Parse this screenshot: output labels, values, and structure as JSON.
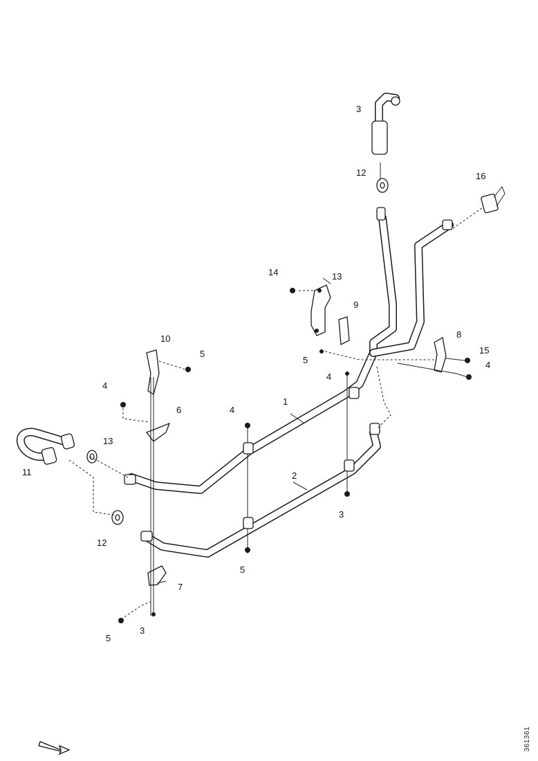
{
  "drawing_id": "361361",
  "callouts": {
    "c1": "1",
    "c2": "2",
    "c3a": "3",
    "c3b": "3",
    "c3c": "3",
    "c4a": "4",
    "c4b": "4",
    "c4c": "4",
    "c4d": "4",
    "c5a": "5",
    "c5b": "5",
    "c5c": "5",
    "c5d": "5",
    "c6": "6",
    "c7": "7",
    "c8": "8",
    "c9": "9",
    "c10": "10",
    "c11": "11",
    "c12a": "12",
    "c12b": "12",
    "c13a": "13",
    "c13b": "13",
    "c14": "14",
    "c15": "15",
    "c16": "16"
  },
  "icons": {
    "direction": "arrow-icon"
  }
}
